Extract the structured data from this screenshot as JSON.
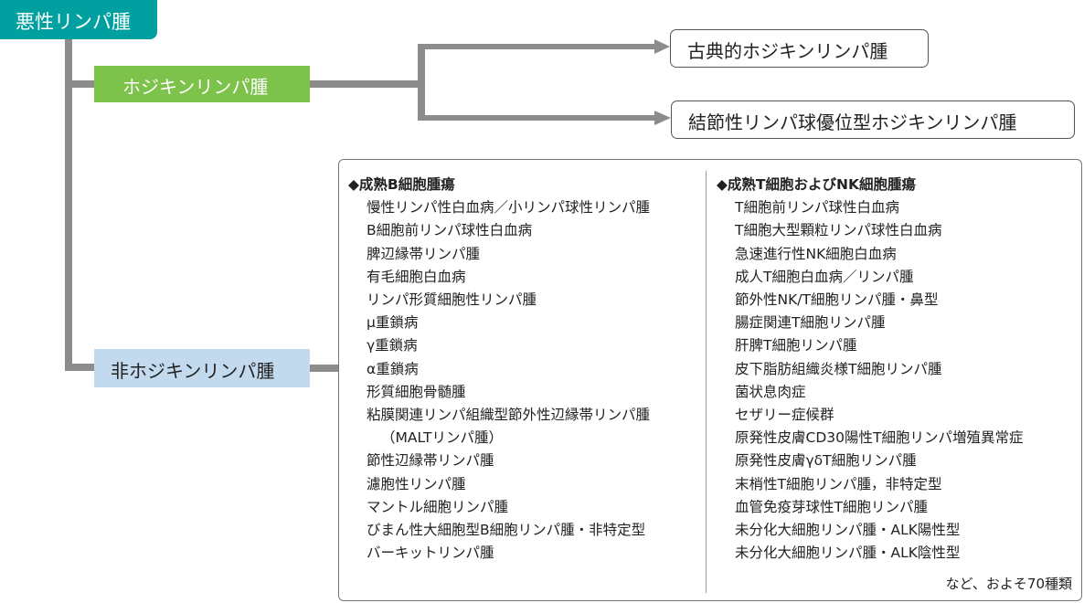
{
  "colors": {
    "root_bg": "#00a0a0",
    "hodgkin_bg": "#7dc24a",
    "nonhodgkin_bg": "#c2d9ee",
    "connector": "#8c8c8c"
  },
  "root": {
    "label": "悪性リンパ腫"
  },
  "hodgkin": {
    "label": "ホジキンリンパ腫",
    "children": [
      "古典的ホジキンリンパ腫",
      "結節性リンパ球優位型ホジキンリンパ腫"
    ]
  },
  "nonhodgkin": {
    "label": "非ホジキンリンパ腫",
    "b_cell": {
      "heading": "◆成熟B細胞腫瘍",
      "items": [
        "慢性リンパ性白血病／小リンパ球性リンパ腫",
        "B細胞前リンパ球性白血病",
        "脾辺縁帯リンパ腫",
        "有毛細胞白血病",
        "リンパ形質細胞性リンパ腫",
        "μ重鎖病",
        "γ重鎖病",
        "α重鎖病",
        "形質細胞骨髄腫",
        "粘膜関連リンパ組織型節外性辺縁帯リンパ腫",
        "（MALTリンパ腫）",
        "節性辺縁帯リンパ腫",
        "濾胞性リンパ腫",
        "マントル細胞リンパ腫",
        "びまん性大細胞型B細胞リンパ腫・非特定型",
        "バーキットリンパ腫"
      ]
    },
    "t_nk_cell": {
      "heading": "◆成熟T細胞およびNK細胞腫瘍",
      "items": [
        "T細胞前リンパ球性白血病",
        "T細胞大型顆粒リンパ球性白血病",
        "急速進行性NK細胞白血病",
        "成人T細胞白血病／リンパ腫",
        "節外性NK/T細胞リンパ腫・鼻型",
        "腸症関連T細胞リンパ腫",
        "肝脾T細胞リンパ腫",
        "皮下脂肪組織炎様T細胞リンパ腫",
        "菌状息肉症",
        "セザリー症候群",
        "原発性皮膚CD30陽性T細胞リンパ増殖異常症",
        "原発性皮膚γδT細胞リンパ腫",
        "末梢性T細胞リンパ腫，非特定型",
        "血管免疫芽球性T細胞リンパ腫",
        "未分化大細胞リンパ腫・ALK陽性型",
        "未分化大細胞リンパ腫・ALK陰性型"
      ]
    },
    "footnote": "など、およそ70種類"
  }
}
